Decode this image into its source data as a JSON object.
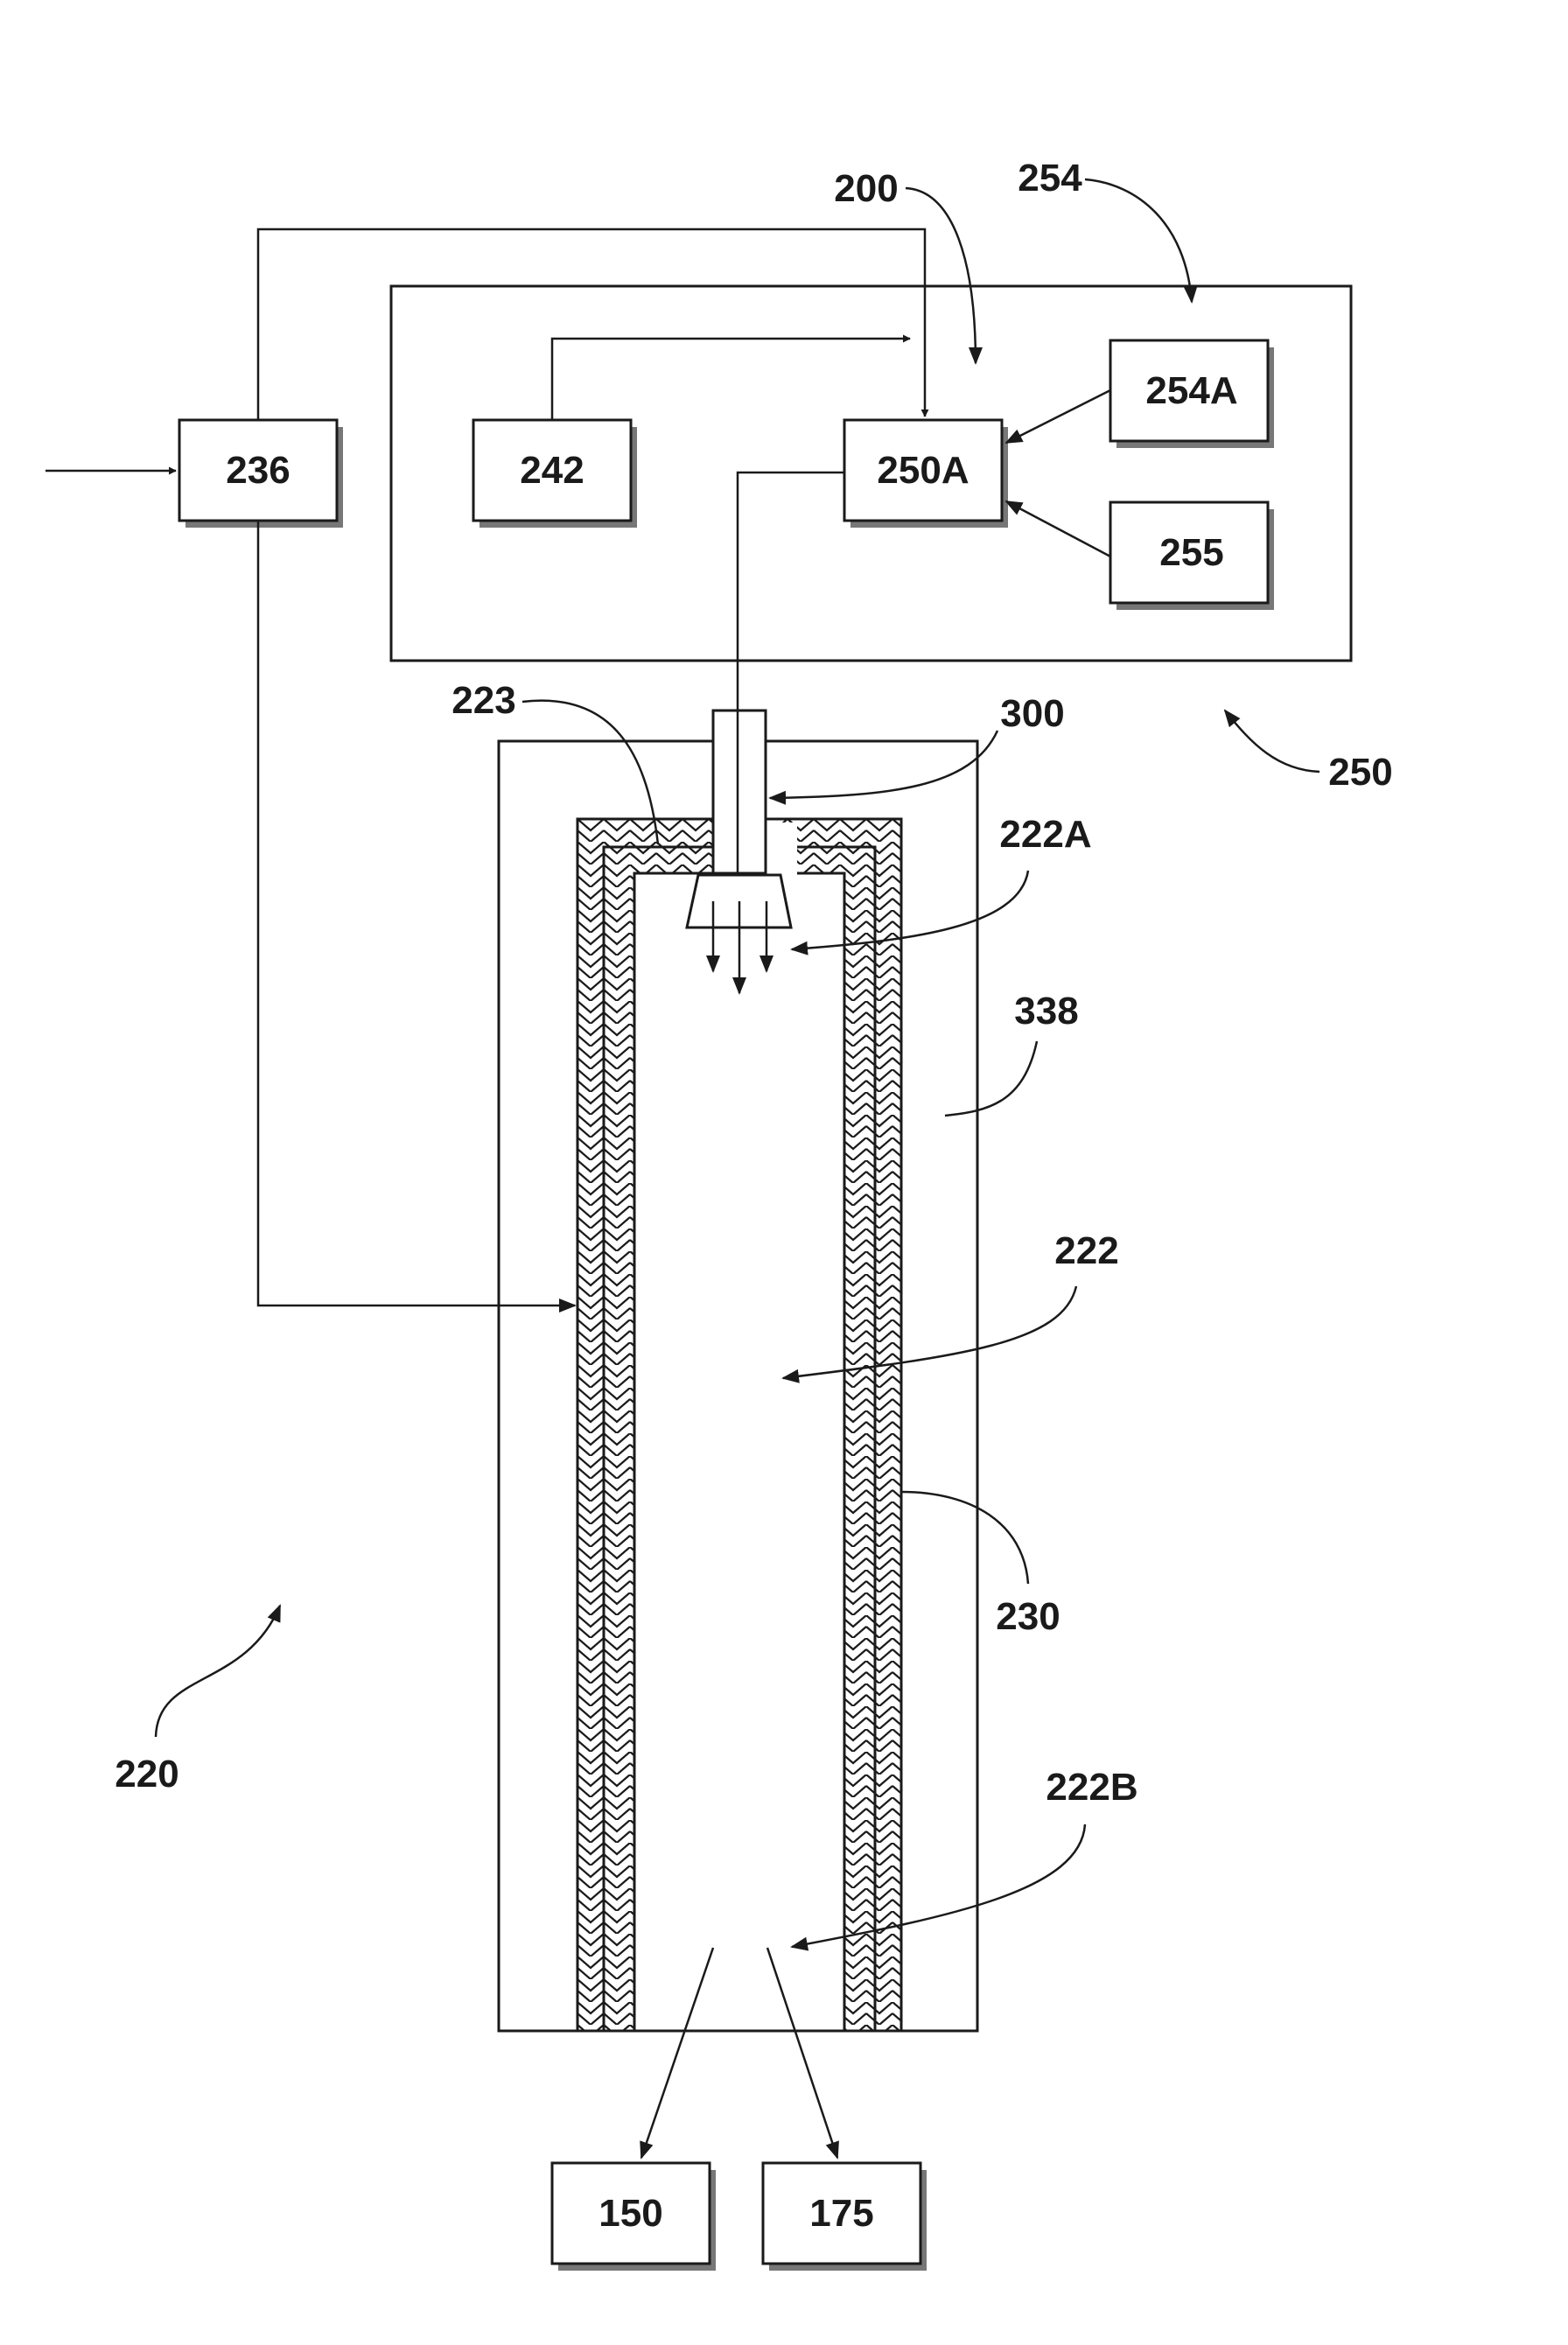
{
  "figure": {
    "boxes": {
      "b236": "236",
      "b242": "242",
      "b250A": "250A",
      "b254A": "254A",
      "b255": "255",
      "b150": "150",
      "b175": "175"
    },
    "refs": {
      "r200": "200",
      "r254": "254",
      "r250": "250",
      "r223": "223",
      "r300": "300",
      "r222A": "222A",
      "r338": "338",
      "r222": "222",
      "r230": "230",
      "r220": "220",
      "r222B": "222B"
    },
    "colors": {
      "ink": "#1a1a1a",
      "shadow": "#777777",
      "hatch_fill": "#ffffff"
    }
  }
}
